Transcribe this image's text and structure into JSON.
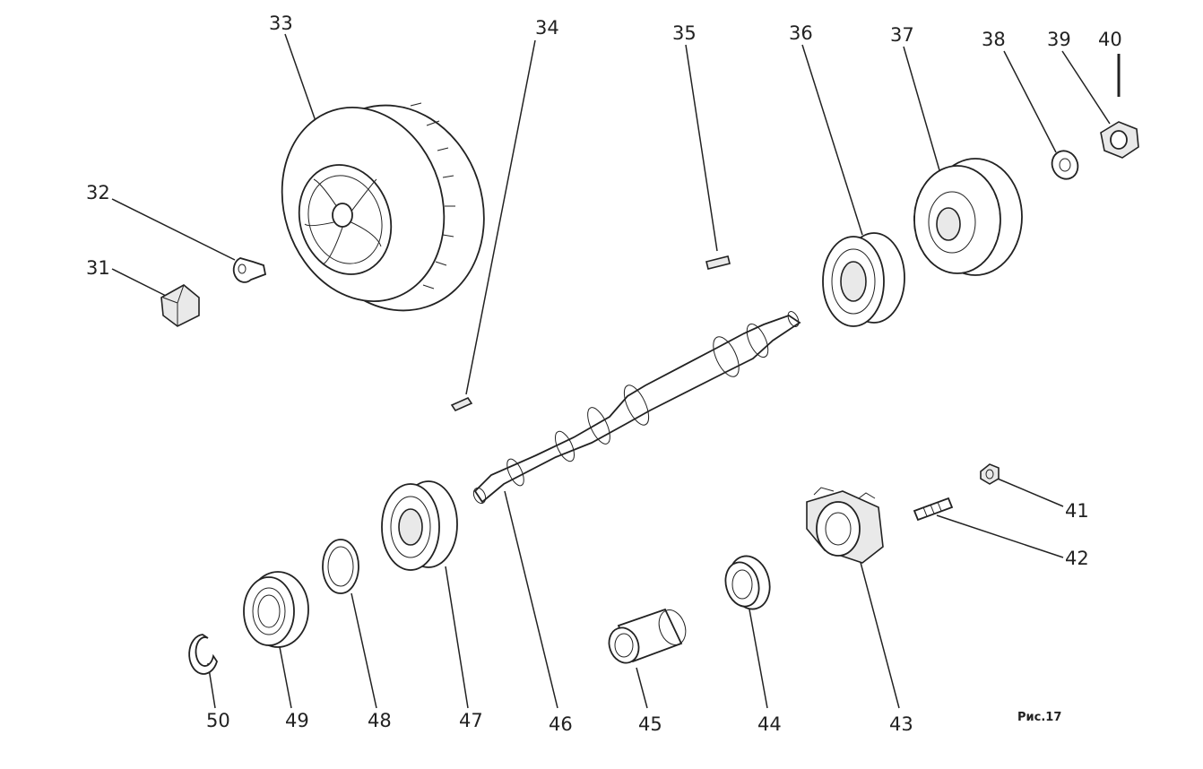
{
  "caption": "Рис.17",
  "callouts": [
    "31",
    "32",
    "33",
    "34",
    "35",
    "36",
    "37",
    "38",
    "39",
    "40",
    "41",
    "42",
    "43",
    "44",
    "45",
    "46",
    "47",
    "48",
    "49",
    "50"
  ]
}
